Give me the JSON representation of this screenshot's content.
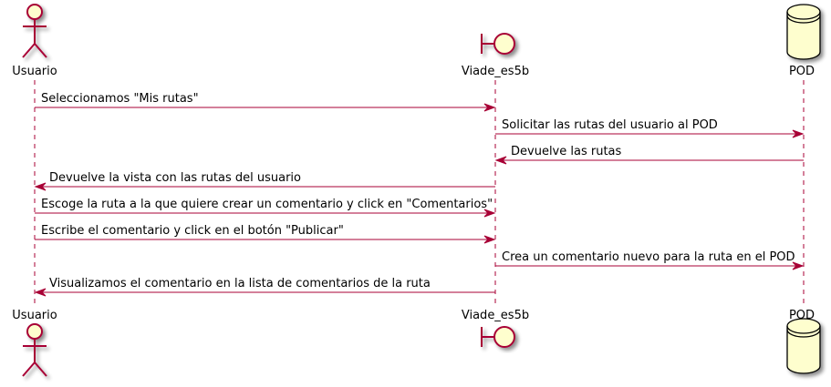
{
  "colors": {
    "arrow": "#A80036",
    "border": "#A80036",
    "fill": "#FEFECE",
    "shadow": "#B8B8B8",
    "text": "#000000",
    "background": "#FFFFFF"
  },
  "participants": [
    {
      "name": "Usuario",
      "kind": "actor"
    },
    {
      "name": "Viade_es5b",
      "kind": "boundary"
    },
    {
      "name": "POD",
      "kind": "database"
    }
  ],
  "messages": [
    {
      "from": 0,
      "to": 1,
      "text": "Seleccionamos \"Mis rutas\""
    },
    {
      "from": 1,
      "to": 2,
      "text": "Solicitar las rutas del usuario al POD"
    },
    {
      "from": 2,
      "to": 1,
      "text": "Devuelve las rutas"
    },
    {
      "from": 1,
      "to": 0,
      "text": "Devuelve la vista con las rutas del usuario"
    },
    {
      "from": 0,
      "to": 1,
      "text": "Escoge la ruta a la que quiere crear un comentario y click en \"Comentarios\""
    },
    {
      "from": 0,
      "to": 1,
      "text": "Escribe el comentario y click en el botón \"Publicar\""
    },
    {
      "from": 1,
      "to": 2,
      "text": "Crea un comentario nuevo para la ruta en el POD"
    },
    {
      "from": 1,
      "to": 0,
      "text": "Visualizamos el comentario en la lista de comentarios de la ruta"
    }
  ]
}
